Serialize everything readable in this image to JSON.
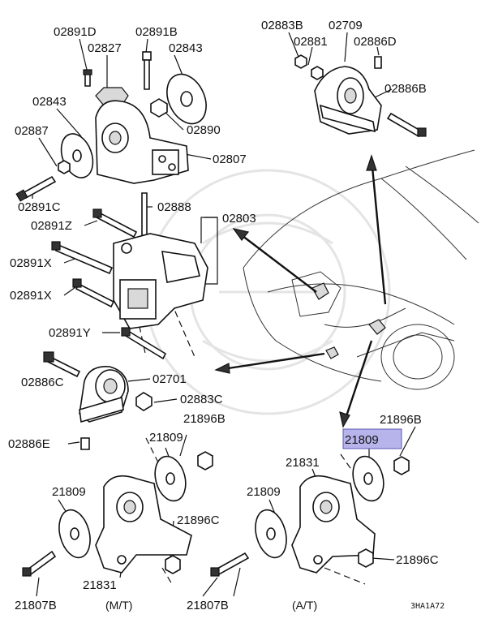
{
  "diagram": {
    "code": "3HA1A72",
    "highlight_color": "#b7b4ec",
    "variants": [
      {
        "key": "mt",
        "label": "(M/T)"
      },
      {
        "key": "at",
        "label": "(A/T)"
      }
    ],
    "labels": {
      "l02891D": "02891D",
      "l02891B": "02891B",
      "l02827": "02827",
      "l02843a": "02843",
      "l02843b": "02843",
      "l02890": "02890",
      "l02887": "02887",
      "l02807": "02807",
      "l02891C": "02891C",
      "l02888": "02888",
      "l02803": "02803",
      "l02891Z": "02891Z",
      "l02891X1": "02891X",
      "l02891X2": "02891X",
      "l02891Y": "02891Y",
      "l02886C": "02886C",
      "l02701": "02701",
      "l02883C": "02883C",
      "l21896B1": "21896B",
      "l02886E": "02886E",
      "l21809a": "21809",
      "l21809b": "21809",
      "l21896C1": "21896C",
      "l21831a": "21831",
      "l21807B1": "21807B",
      "l02883B": "02883B",
      "l02709": "02709",
      "l02881": "02881",
      "l02886D": "02886D",
      "l02886B": "02886B",
      "l21896B2": "21896B",
      "l21809c": "21809",
      "l21831b": "21831",
      "l21809d": "21809",
      "l21896C2": "21896C",
      "l21807B2": "21807B"
    }
  }
}
